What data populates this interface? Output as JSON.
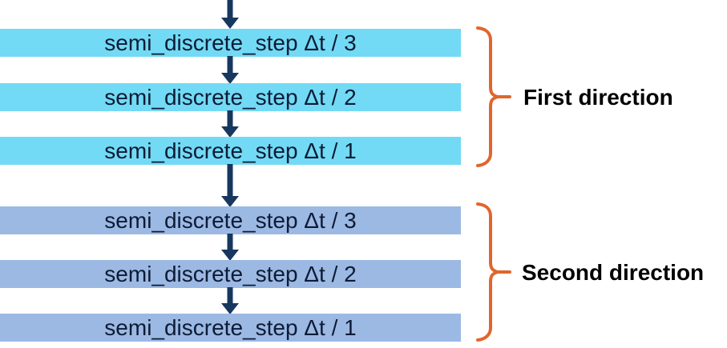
{
  "diagram": {
    "background": "#ffffff",
    "arrow_color": "#17375E",
    "bracket_color": "#E0662C",
    "box_text_color": "#0D1B36",
    "label_color": "#000000",
    "first_group": {
      "label": "First direction",
      "box_fill": "#72DAF4",
      "boxes": [
        "semi_discrete_step Δt / 3",
        "semi_discrete_step Δt / 2",
        "semi_discrete_step Δt / 1"
      ]
    },
    "second_group": {
      "label": "Second direction",
      "box_fill": "#9CB9E3",
      "boxes": [
        "semi_discrete_step Δt / 3",
        "semi_discrete_step Δt / 2",
        "semi_discrete_step Δt / 1"
      ]
    }
  }
}
